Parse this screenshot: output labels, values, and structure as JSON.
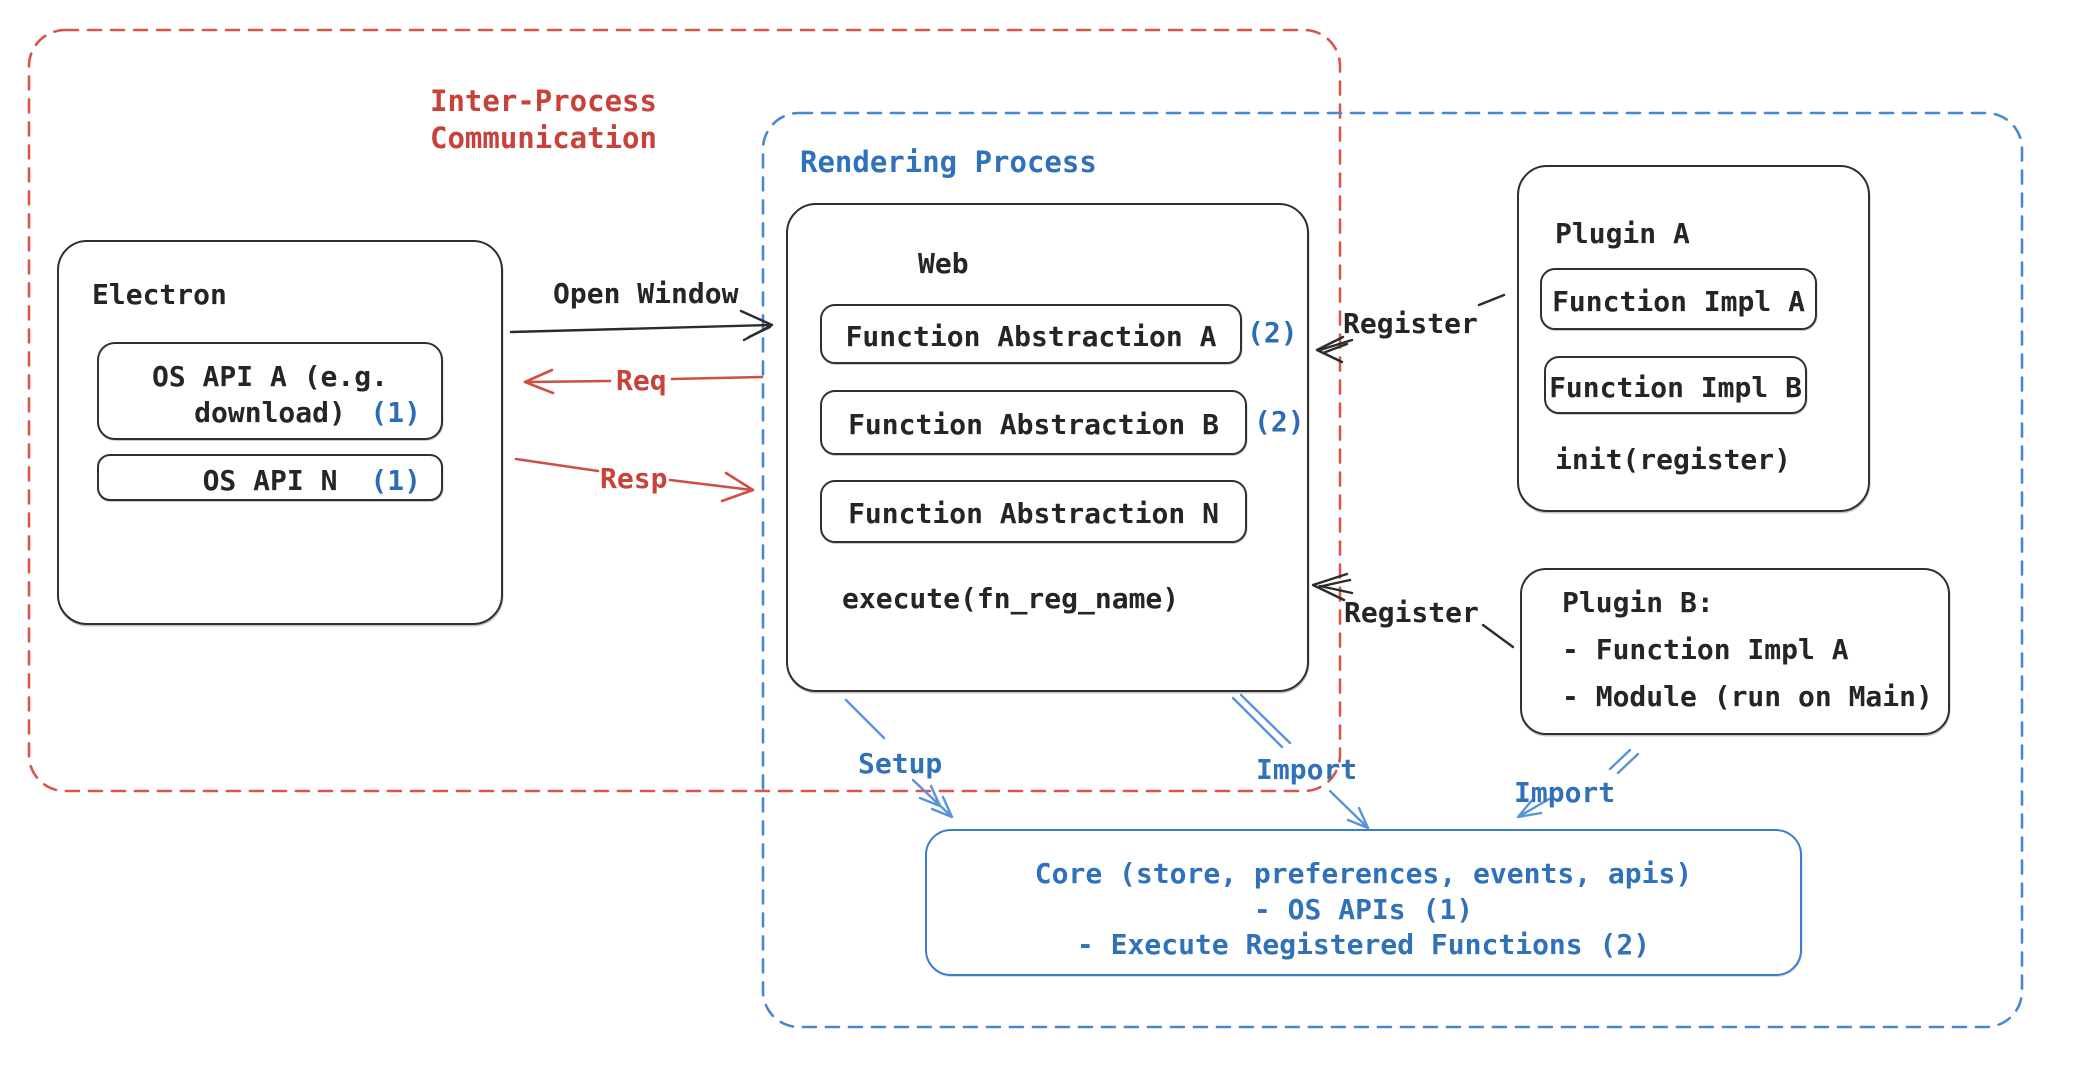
{
  "regions": {
    "ipc": {
      "title_line1": "Inter-Process",
      "title_line2": "Communication"
    },
    "rendering": {
      "title": "Rendering Process"
    }
  },
  "electron": {
    "title": "Electron",
    "os_api_a": {
      "line1": "OS API A (e.g.",
      "line2": "download)",
      "badge": "(1)"
    },
    "os_api_n": {
      "label": "OS API N",
      "badge": "(1)"
    }
  },
  "web": {
    "title": "Web",
    "items": [
      {
        "label": "Function Abstraction A",
        "badge": "(2)"
      },
      {
        "label": "Function Abstraction B",
        "badge": "(2)"
      },
      {
        "label": "Function Abstraction N",
        "badge": ""
      }
    ],
    "footer": "execute(fn_reg_name)"
  },
  "plugin_a": {
    "title": "Plugin A",
    "impl_a": "Function Impl A",
    "impl_b": "Function Impl B",
    "footer": "init(register)"
  },
  "plugin_b": {
    "title": "Plugin B:",
    "line1": "- Function Impl A",
    "line2": "- Module (run on Main)"
  },
  "core": {
    "line1": "Core (store, preferences, events, apis)",
    "line2": "- OS APIs (1)",
    "line3": "- Execute Registered Functions (2)"
  },
  "arrows": {
    "open_window": "Open Window",
    "req": "Req",
    "resp": "Resp",
    "register_top": "Register",
    "register_bottom": "Register",
    "setup": "Setup",
    "import_web": "Import",
    "import_plugin": "Import"
  },
  "colors": {
    "red_text": "#c8423a",
    "red_dash_border": "#d9564a",
    "red_arrow": "#d04e43",
    "blue_text": "#2f72ba",
    "blue_badge": "#2b6cb8",
    "blue_dash_border": "#4787d4",
    "core_border": "#3c7ccc",
    "blue_arrow": "#5b93d8",
    "ink": "#252525"
  }
}
